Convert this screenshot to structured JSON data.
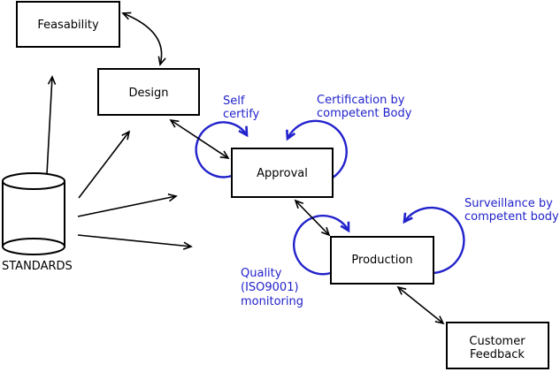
{
  "diagram": {
    "type": "process-flow",
    "colors": {
      "line": "#000000",
      "annotation_blue": "#2222cc",
      "box_fill": "#ffffff"
    },
    "nodes": {
      "feasability": {
        "label": "Feasability"
      },
      "design": {
        "label": "Design"
      },
      "approval": {
        "label": "Approval"
      },
      "production": {
        "label": "Production"
      },
      "customer_feedback": {
        "lines": [
          "Customer",
          "Feedback"
        ]
      },
      "standards": {
        "label": "STANDARDS",
        "shape": "cylinder"
      }
    },
    "annotations": {
      "self_certify": {
        "lines": [
          "Self",
          "certify"
        ]
      },
      "certification": {
        "lines": [
          "Certification by",
          "competent Body"
        ]
      },
      "surveillance": {
        "lines": [
          "Surveillance by",
          "competent body"
        ]
      },
      "quality_monitoring": {
        "lines": [
          "Quality",
          "(ISO9001)",
          "monitoring"
        ]
      }
    },
    "edges": [
      "feasability<->design",
      "design<->approval",
      "approval<->production",
      "production<->customer_feedback",
      "standards->feasability",
      "standards->design",
      "standards->approval",
      "standards->production",
      "approval->approval (self certify)",
      "approval->approval (certification by competent body)",
      "production->production (quality monitoring)",
      "production->production (surveillance by competent body)"
    ]
  }
}
